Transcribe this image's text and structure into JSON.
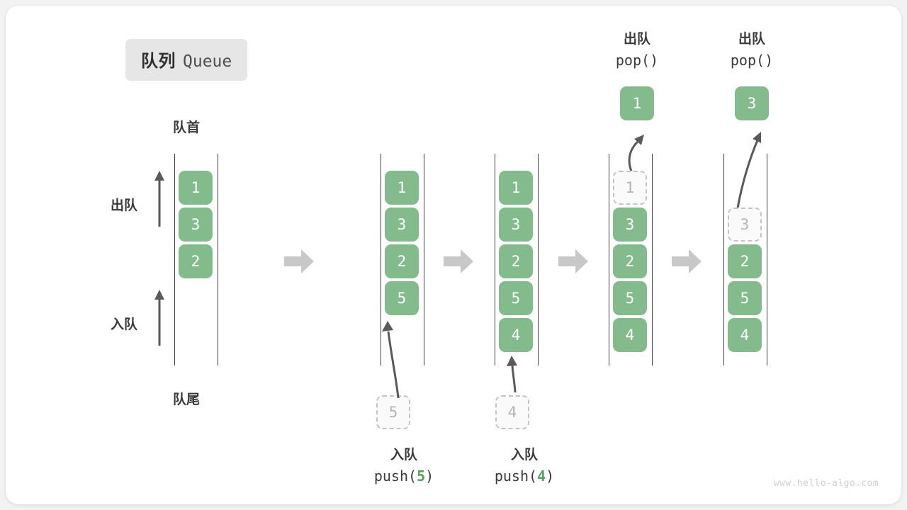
{
  "title": {
    "cn": "队列",
    "en": "Queue"
  },
  "labels": {
    "front": "队首",
    "rear": "队尾",
    "dequeue": "出队",
    "enqueue": "入队"
  },
  "watermark": "www.hello-algo.com",
  "colors": {
    "cell_green": "#84bb8d",
    "ghost_fill": "#fafafa",
    "ghost_border": "#c4c4c4",
    "ghost_text": "#b4b4b4",
    "rail": "#3f3f3f",
    "arrow_grey": "#c8c8c8",
    "curve_arrow": "#5a5a5a",
    "badge_bg": "#e6e6e6",
    "accent_number": "#55a05f",
    "text": "#3a3a3a",
    "canvas": "#ffffff",
    "page_bg": "#f2f2f2"
  },
  "stages": [
    {
      "id": "initial",
      "caption_cn": "",
      "caption_code": "",
      "cells": [
        {
          "value": "1",
          "ghost": false
        },
        {
          "value": "3",
          "ghost": false
        },
        {
          "value": "2",
          "ghost": false
        }
      ],
      "incoming": null,
      "popped": null
    },
    {
      "id": "push-5",
      "caption_cn": "入队",
      "caption_code_prefix": "push(",
      "caption_code_arg": "5",
      "caption_code_suffix": ")",
      "cells": [
        {
          "value": "1",
          "ghost": false
        },
        {
          "value": "3",
          "ghost": false
        },
        {
          "value": "2",
          "ghost": false
        },
        {
          "value": "5",
          "ghost": false
        }
      ],
      "incoming": {
        "value": "5"
      },
      "popped": null
    },
    {
      "id": "push-4",
      "caption_cn": "入队",
      "caption_code_prefix": "push(",
      "caption_code_arg": "4",
      "caption_code_suffix": ")",
      "cells": [
        {
          "value": "1",
          "ghost": false
        },
        {
          "value": "3",
          "ghost": false
        },
        {
          "value": "2",
          "ghost": false
        },
        {
          "value": "5",
          "ghost": false
        },
        {
          "value": "4",
          "ghost": false
        }
      ],
      "incoming": {
        "value": "4"
      },
      "popped": null
    },
    {
      "id": "pop-1",
      "caption_cn": "出队",
      "caption_code_prefix": "pop(",
      "caption_code_arg": "",
      "caption_code_suffix": ")",
      "cells": [
        {
          "value": "1",
          "ghost": true
        },
        {
          "value": "3",
          "ghost": false
        },
        {
          "value": "2",
          "ghost": false
        },
        {
          "value": "5",
          "ghost": false
        },
        {
          "value": "4",
          "ghost": false
        }
      ],
      "incoming": null,
      "popped": {
        "value": "1"
      }
    },
    {
      "id": "pop-3",
      "caption_cn": "出队",
      "caption_code_prefix": "pop(",
      "caption_code_arg": "",
      "caption_code_suffix": ")",
      "cells": [
        {
          "value": "",
          "ghost": null
        },
        {
          "value": "3",
          "ghost": true
        },
        {
          "value": "2",
          "ghost": false
        },
        {
          "value": "5",
          "ghost": false
        },
        {
          "value": "4",
          "ghost": false
        }
      ],
      "incoming": null,
      "popped": {
        "value": "3"
      }
    }
  ]
}
